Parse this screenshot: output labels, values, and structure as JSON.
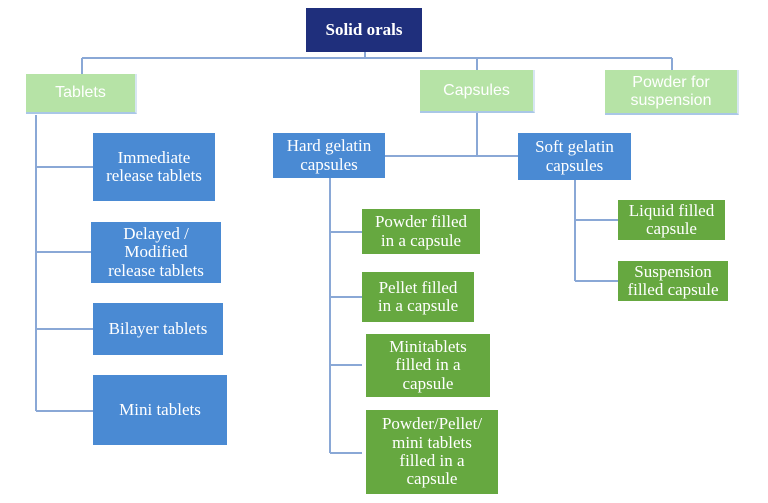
{
  "root": {
    "label": "Solid orals"
  },
  "categories": {
    "tablets": "Tablets",
    "capsules": "Capsules",
    "powder": "Powder for\nsuspension"
  },
  "tablets": [
    "Immediate\nrelease tablets",
    "Delayed /\nModified\nrelease tablets",
    "Bilayer tablets",
    "Mini tablets"
  ],
  "capsule_types": {
    "hard": "Hard gelatin\ncapsules",
    "soft": "Soft gelatin\ncapsules"
  },
  "hard_gelatin": [
    "Powder filled\nin a capsule",
    "Pellet filled\nin a capsule",
    "Minitablets\nfilled in a\ncapsule",
    "Powder/Pellet/\nmini tablets\nfilled in a\ncapsule"
  ],
  "soft_gelatin": [
    "Liquid filled\ncapsule",
    "Suspension\nfilled capsule"
  ],
  "colors": {
    "root": "#1f2f7c",
    "category": "#b6e3a6",
    "blue_box": "#4a8ad3",
    "green_box": "#66a840",
    "connector": "#8aa8d6"
  }
}
